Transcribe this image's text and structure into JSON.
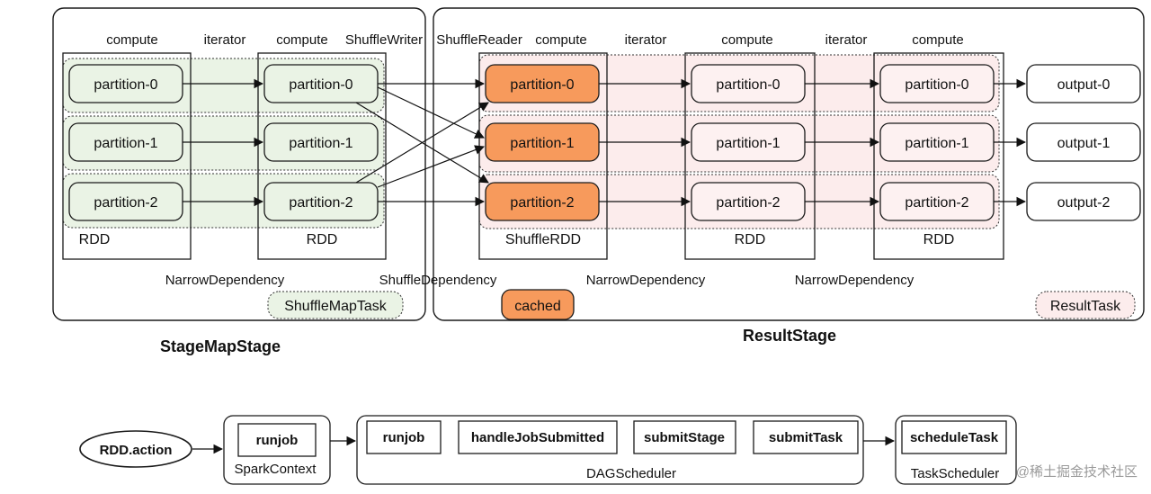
{
  "colors": {
    "green_fill": "#eaf3e5",
    "pink_fill": "#fcecec",
    "orange_fill": "#f79a5c",
    "stroke": "#1a1a1a"
  },
  "stage_map": {
    "title": "StageMapStage",
    "rdd1": {
      "label": "RDD",
      "top_label": "compute",
      "partitions": [
        "partition-0",
        "partition-1",
        "partition-2"
      ]
    },
    "rdd2": {
      "label": "RDD",
      "top_label": "compute",
      "writer_label": "ShuffleWriter",
      "partitions": [
        "partition-0",
        "partition-1",
        "partition-2"
      ]
    },
    "iterator_label": "iterator",
    "narrow_label": "NarrowDependency",
    "task_label": "ShuffleMapTask"
  },
  "result": {
    "title": "ResultStage",
    "shuffle_reader_label": "ShuffleReader",
    "shuffle_dep_label": "ShuffleDependency",
    "shuffle_rdd": {
      "label": "ShuffleRDD",
      "top_label": "compute",
      "partitions": [
        "partition-0",
        "partition-1",
        "partition-2"
      ]
    },
    "rdd3": {
      "label": "RDD",
      "top_label": "compute",
      "partitions": [
        "partition-0",
        "partition-1",
        "partition-2"
      ]
    },
    "rdd4": {
      "label": "RDD",
      "top_label": "compute",
      "partitions": [
        "partition-0",
        "partition-1",
        "partition-2"
      ]
    },
    "iterator_label_1": "iterator",
    "iterator_label_2": "iterator",
    "narrow_label_1": "NarrowDependency",
    "narrow_label_2": "NarrowDependency",
    "outputs": [
      "output-0",
      "output-1",
      "output-2"
    ],
    "cached_label": "cached",
    "task_label": "ResultTask"
  },
  "flow": {
    "action": "RDD.action",
    "spark_context": {
      "label": "SparkContext",
      "items": [
        "runjob"
      ]
    },
    "dag_scheduler": {
      "label": "DAGScheduler",
      "items": [
        "runjob",
        "handleJobSubmitted",
        "submitStage",
        "submitTask"
      ]
    },
    "task_scheduler": {
      "label": "TaskScheduler",
      "items": [
        "scheduleTask"
      ]
    }
  },
  "watermark": "@稀土掘金技术社区"
}
